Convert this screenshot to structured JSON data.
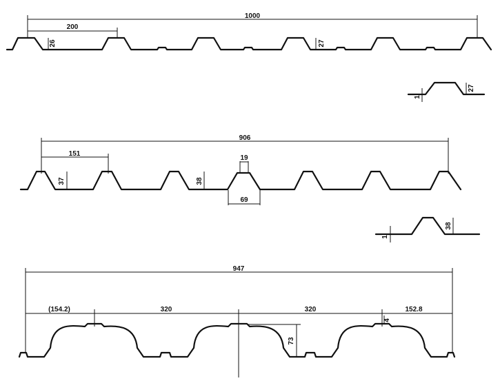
{
  "profiles": {
    "p1": {
      "overall_width": "1000",
      "rib_pitch": "200",
      "rib_height_a": "26",
      "rib_height_b": "27",
      "detail_height": "27",
      "detail_thickness": "1"
    },
    "p2": {
      "overall_width": "906",
      "rib_pitch": "151",
      "rib_height_a": "37",
      "rib_height_b": "38",
      "crest_top": "19",
      "crest_base": "69",
      "detail_height": "38",
      "detail_thickness": "1"
    },
    "p3": {
      "overall_width": "947",
      "left_offset": "(154.2)",
      "pitch_a": "320",
      "pitch_b": "320",
      "right_offset": "152.8",
      "rib_height": "73",
      "stiffener": "4"
    }
  }
}
